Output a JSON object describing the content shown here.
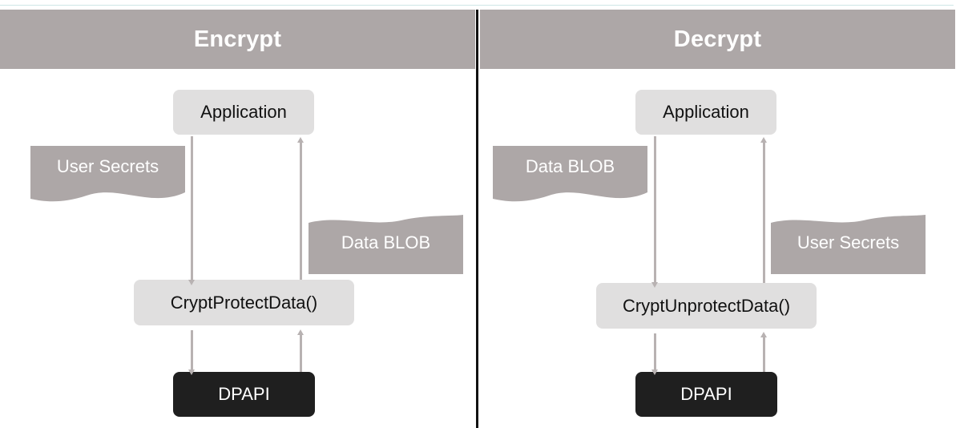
{
  "colors": {
    "header_bg": "#ada7a7",
    "box_bg": "#e0dfdf",
    "dark_box_bg": "#1f1f1f",
    "doc_bg": "#ada7a7",
    "divider": "#111111"
  },
  "encrypt": {
    "title": "Encrypt",
    "application": "Application",
    "input_doc": "User Secrets",
    "output_doc": "Data BLOB",
    "function": "CryptProtectData()",
    "engine": "DPAPI"
  },
  "decrypt": {
    "title": "Decrypt",
    "application": "Application",
    "input_doc": "Data BLOB",
    "output_doc": "User Secrets",
    "function": "CryptUnprotectData()",
    "engine": "DPAPI"
  }
}
